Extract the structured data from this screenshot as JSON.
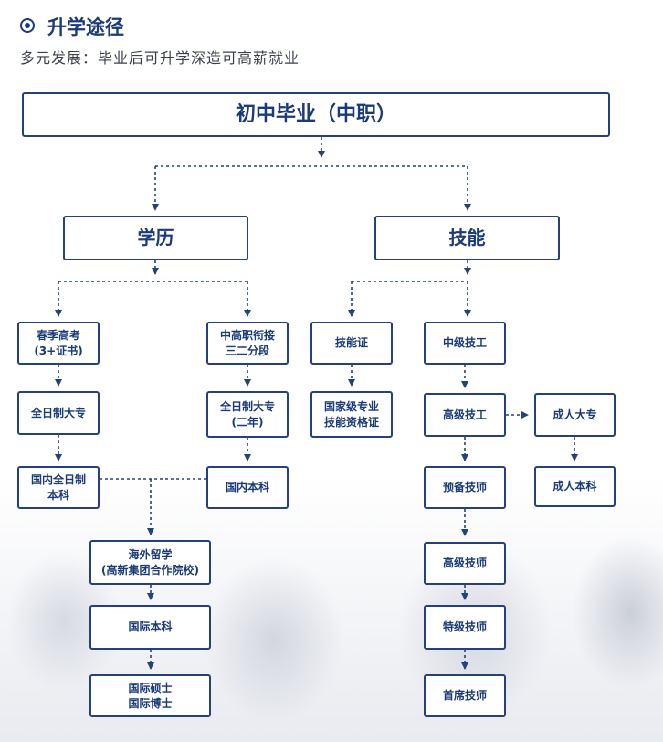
{
  "header": {
    "title": "升学途径",
    "subtitle": "多元发展：毕业后可升学深造可高薪就业"
  },
  "nodes": {
    "root": "初中毕业（中职）",
    "xueli": "学历",
    "jineng": "技能",
    "chunji": "春季高考\n(3+证书)",
    "zhonggao": "中高职衔接\n三二分段",
    "jinengzheng": "技能证",
    "zhongji": "中级技工",
    "quanri_dazhuan_1": "全日制大专",
    "quanri_dazhuan_2": "全日制大专\n(二年)",
    "guojiaji": "国家级专业\n技能资格证",
    "gaoji_jigong": "高级技工",
    "chengren_dazhuan": "成人大专",
    "guonei_quanri_benke": "国内全日制\n本科",
    "guonei_benke": "国内本科",
    "yubei_jishi": "预备技师",
    "chengren_benke": "成人本科",
    "haiwai": "海外留学\n(高新集团合作院校)",
    "gaoji_jishi": "高级技师",
    "guoji_benke": "国际本科",
    "teji_jishi": "特级技师",
    "guoji_shuoshi": "国际硕士\n国际博士",
    "shouxi_jishi": "首席技师"
  },
  "colors": {
    "primary": "#1a3a78",
    "border": "#24407e"
  }
}
